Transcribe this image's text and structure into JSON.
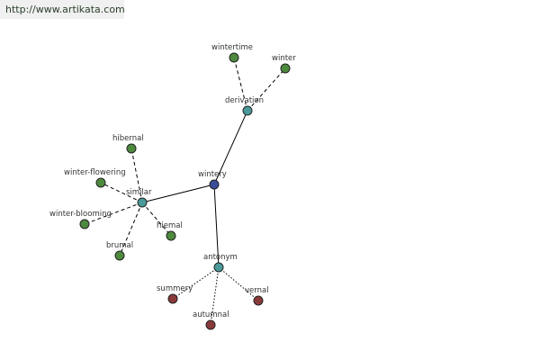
{
  "banner": {
    "url_text": "http://www.artikata.com"
  },
  "colors": {
    "center": "#3b4e9a",
    "relation": "#4a9a9a",
    "related_word": "#4d8a3e",
    "antonym_word": "#8a3a3a"
  },
  "graph": {
    "nodes": [
      {
        "id": "wintery",
        "label": "wintery",
        "kind": "center"
      },
      {
        "id": "derivation",
        "label": "derivation",
        "kind": "relation"
      },
      {
        "id": "similar",
        "label": "similar",
        "kind": "relation"
      },
      {
        "id": "antonym",
        "label": "antonym",
        "kind": "relation"
      },
      {
        "id": "wintertime",
        "label": "wintertime",
        "kind": "related_word"
      },
      {
        "id": "winter",
        "label": "winter",
        "kind": "related_word"
      },
      {
        "id": "hibernal",
        "label": "hibernal",
        "kind": "related_word"
      },
      {
        "id": "winter-flowering",
        "label": "winter-flowering",
        "kind": "related_word"
      },
      {
        "id": "winter-blooming",
        "label": "winter-blooming",
        "kind": "related_word"
      },
      {
        "id": "brumal",
        "label": "brumal",
        "kind": "related_word"
      },
      {
        "id": "hiemal",
        "label": "hiemal",
        "kind": "related_word"
      },
      {
        "id": "summery",
        "label": "summery",
        "kind": "antonym_word"
      },
      {
        "id": "autumnal",
        "label": "autumnal",
        "kind": "antonym_word"
      },
      {
        "id": "vernal",
        "label": "vernal",
        "kind": "antonym_word"
      }
    ],
    "edges": [
      {
        "from": "wintery",
        "to": "derivation",
        "style": "solid"
      },
      {
        "from": "wintery",
        "to": "similar",
        "style": "solid"
      },
      {
        "from": "wintery",
        "to": "antonym",
        "style": "solid"
      },
      {
        "from": "derivation",
        "to": "wintertime",
        "style": "dashed"
      },
      {
        "from": "derivation",
        "to": "winter",
        "style": "dashed"
      },
      {
        "from": "similar",
        "to": "hibernal",
        "style": "dashed"
      },
      {
        "from": "similar",
        "to": "winter-flowering",
        "style": "dashed"
      },
      {
        "from": "similar",
        "to": "winter-blooming",
        "style": "dashed"
      },
      {
        "from": "similar",
        "to": "brumal",
        "style": "dashed"
      },
      {
        "from": "similar",
        "to": "hiemal",
        "style": "dashed"
      },
      {
        "from": "antonym",
        "to": "summery",
        "style": "dotted"
      },
      {
        "from": "antonym",
        "to": "autumnal",
        "style": "dotted"
      },
      {
        "from": "antonym",
        "to": "vernal",
        "style": "dotted"
      }
    ]
  }
}
